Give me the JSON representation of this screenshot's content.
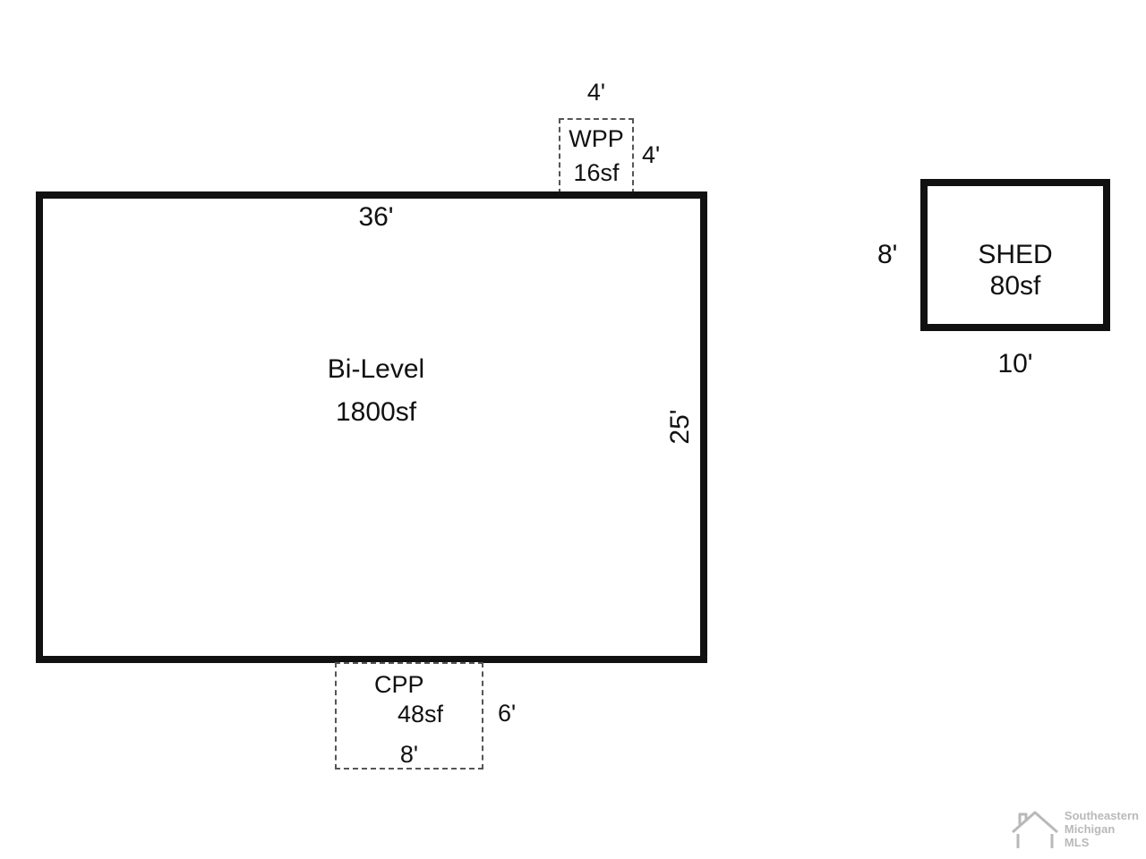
{
  "diagram": {
    "main_structure": {
      "name": "Bi-Level",
      "area": "1800sf",
      "top_dim": "36'",
      "right_dim": "25'"
    },
    "wpp": {
      "name": "WPP",
      "area": "16sf",
      "top_dim": "4'",
      "right_dim": "4'"
    },
    "cpp": {
      "name": "CPP",
      "area": "48sf",
      "right_dim": "6'",
      "bottom_dim": "8'"
    },
    "shed": {
      "name": "SHED",
      "area": "80sf",
      "left_dim": "8'",
      "bottom_dim": "10'"
    },
    "watermark": {
      "line1": "Southeastern",
      "line2": "Michigan",
      "line3": "MLS"
    }
  }
}
